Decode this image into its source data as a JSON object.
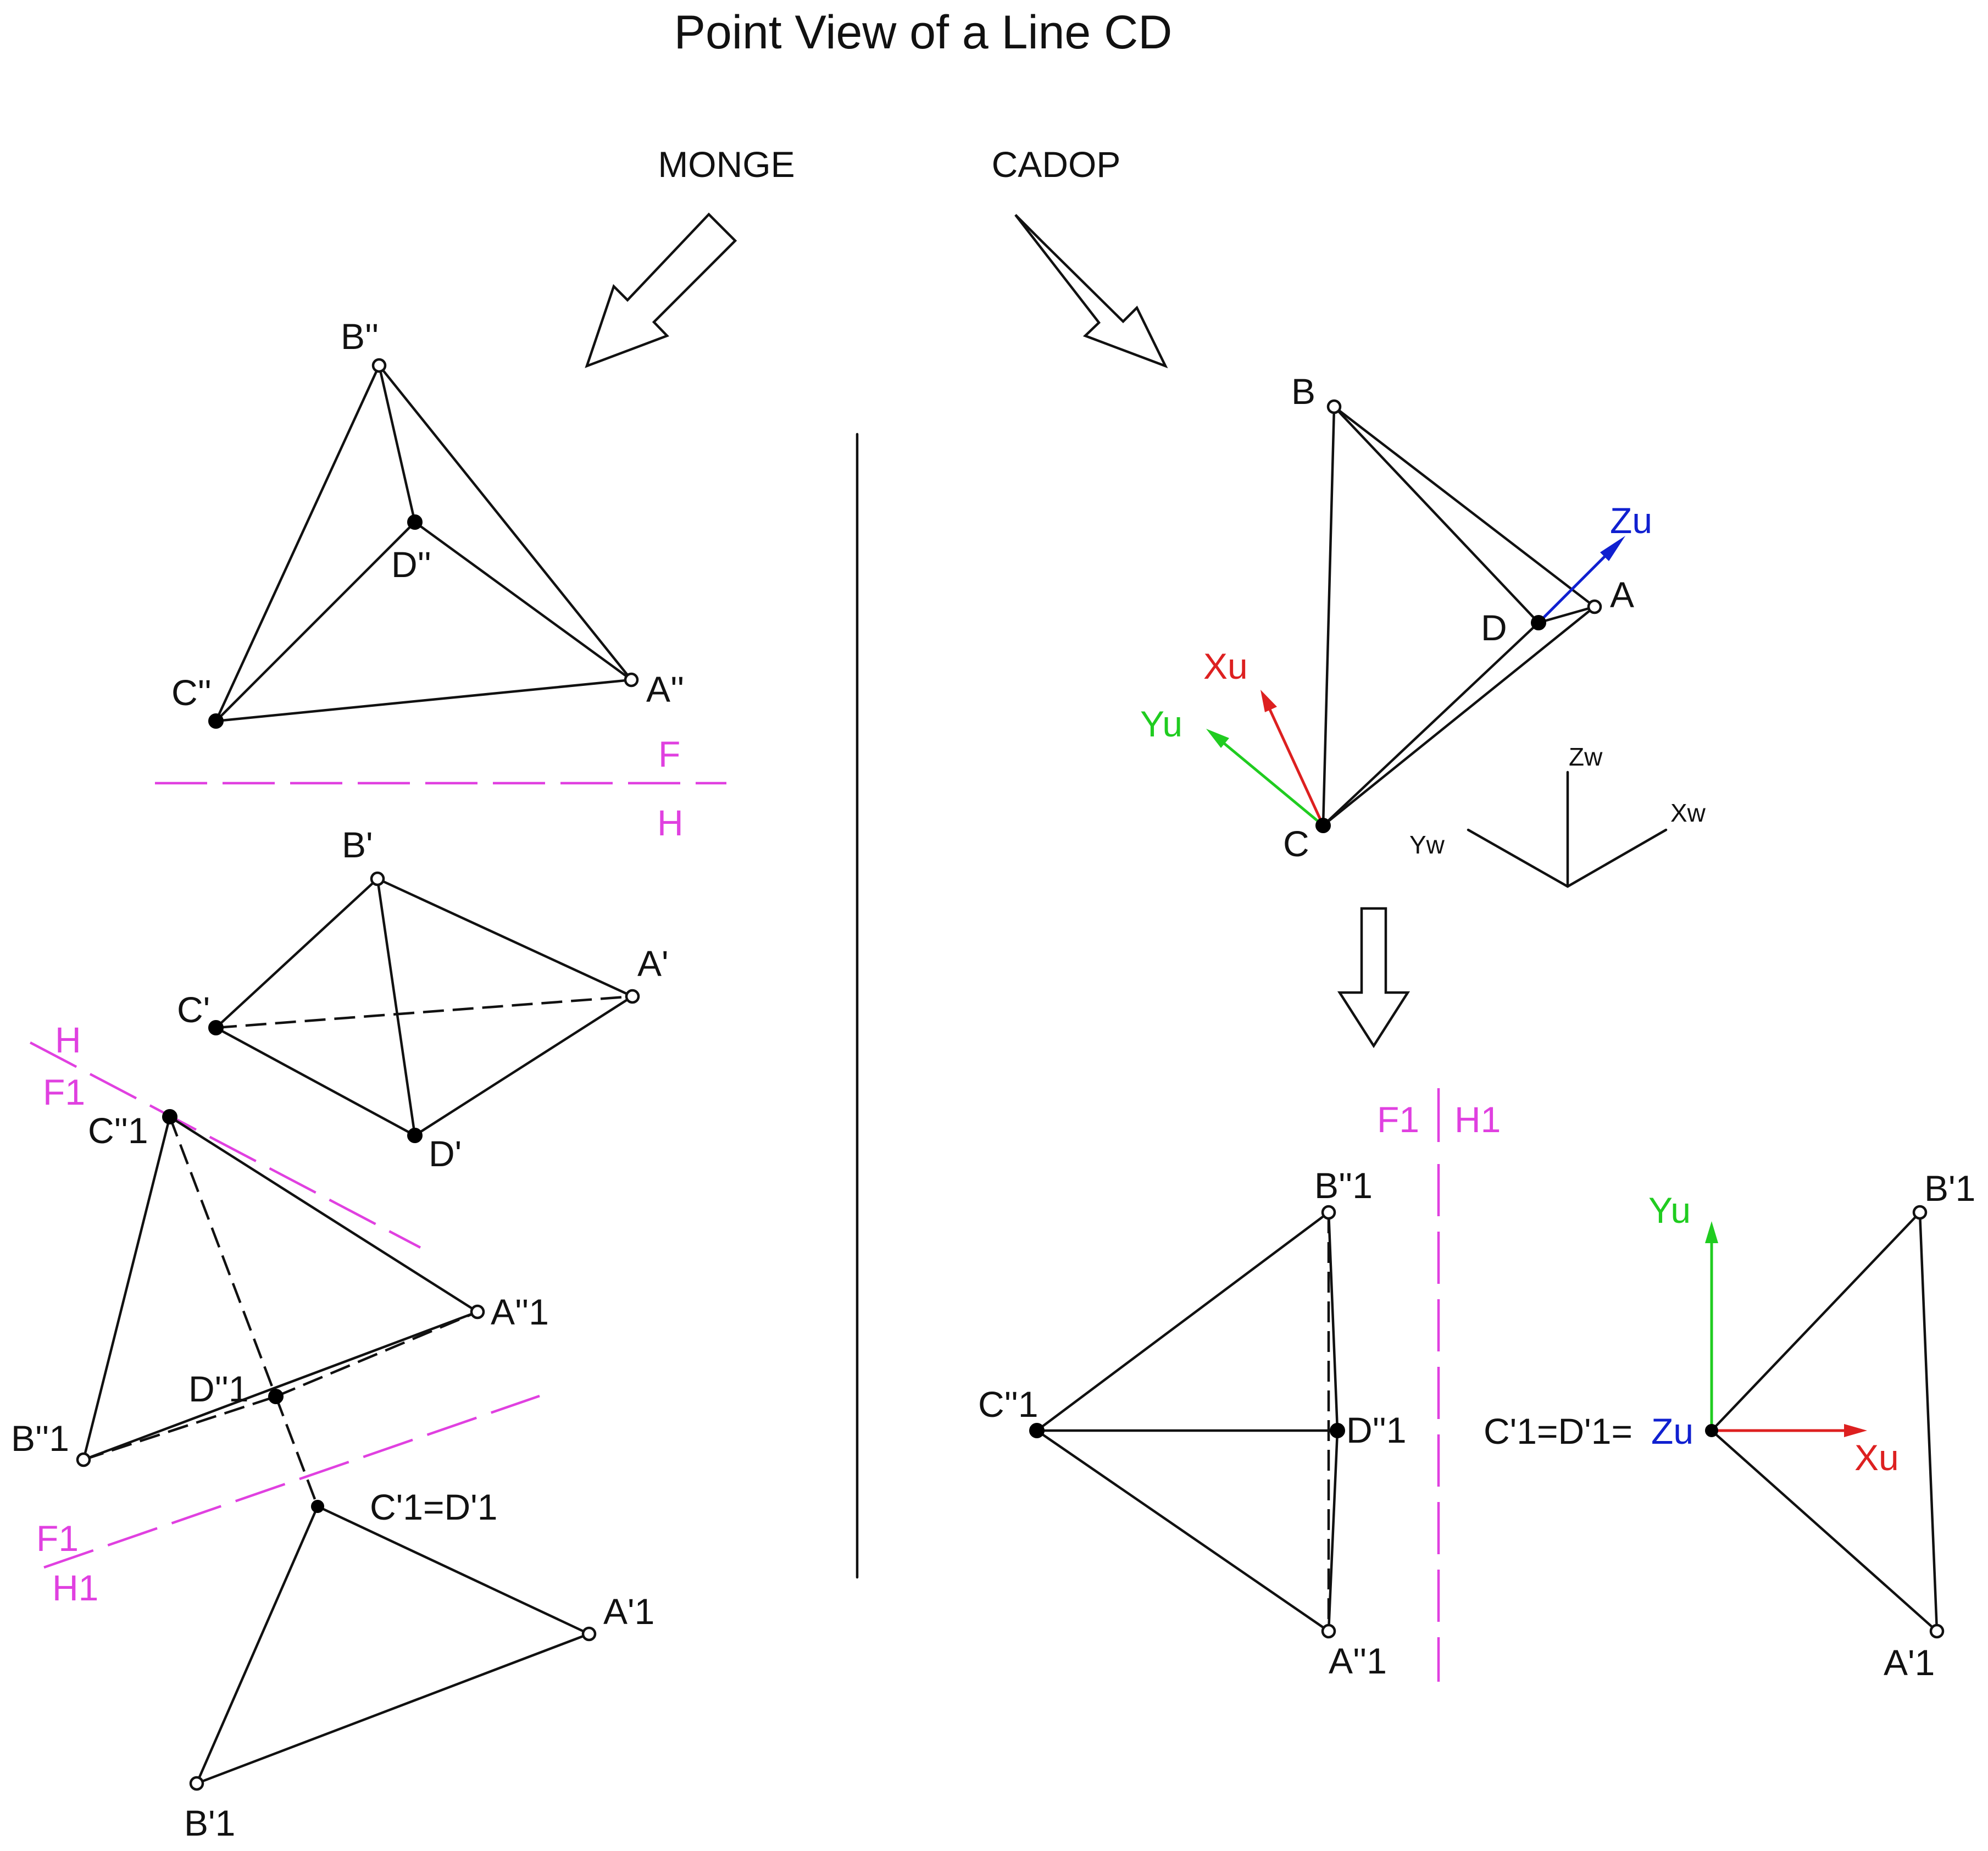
{
  "title": "Point View of a Line CD",
  "headings": {
    "monge": "MONGE",
    "cadop": "CADOP"
  },
  "colors": {
    "plane_line": "#e040e0",
    "zu": "#1020d0",
    "xu": "#dd2020",
    "yu": "#20cc20",
    "ink": "#111111"
  },
  "monge": {
    "front_view": {
      "b": "B''",
      "d": "D''",
      "c": "C''",
      "a": "A''"
    },
    "fold_f_h": {
      "f": "F",
      "h": "H"
    },
    "top_view": {
      "b": "B'",
      "a": "A'",
      "c": "C'",
      "d": "D'"
    },
    "fold_h_f1": {
      "h": "H",
      "f1": "F1"
    },
    "aux_view_1": {
      "c": "C''1",
      "a": "A''1",
      "d": "D''1",
      "b": "B''1"
    },
    "fold_f1_h1": {
      "f1": "F1",
      "h1": "H1"
    },
    "aux_view_2": {
      "cd": "C'1=D'1",
      "a": "A'1",
      "b": "B'1"
    }
  },
  "cadop": {
    "model": {
      "b": "B",
      "a": "A",
      "d": "D",
      "c": "C",
      "zu": "Zu",
      "xu": "Xu",
      "yu": "Yu"
    },
    "world_axes": {
      "zw": "Zw",
      "xw": "Xw",
      "yw": "Yw"
    },
    "fold_f1_h1": {
      "f1": "F1",
      "h1": "H1"
    },
    "aux_view_1": {
      "b": "B''1",
      "c": "C''1",
      "d": "D''1",
      "a": "A''1"
    },
    "aux_view_2": {
      "yu": "Yu",
      "cd": "C'1=D'1=",
      "zu": "Zu",
      "xu": "Xu",
      "b": "B'1",
      "a": "A'1"
    }
  }
}
